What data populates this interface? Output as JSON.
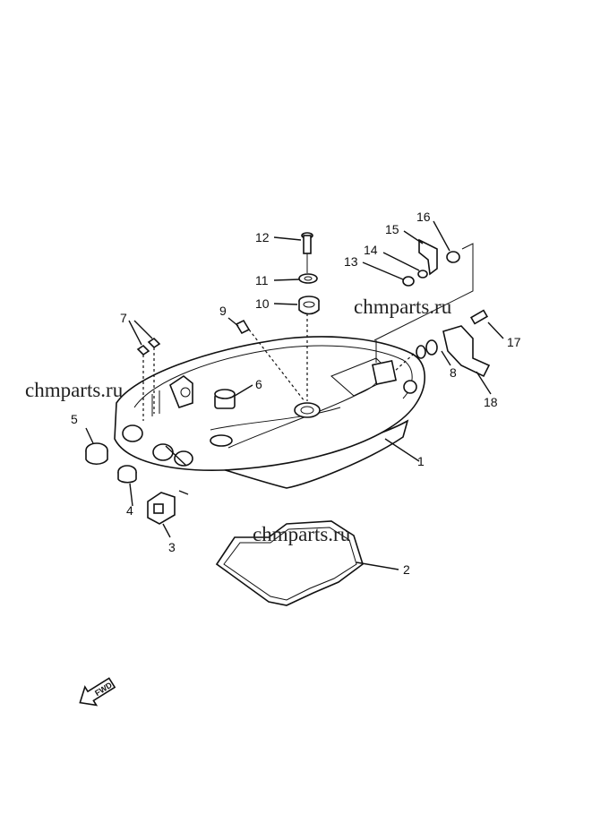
{
  "watermark": {
    "text1": "chmparts.ru",
    "text2": "chmparts.ru",
    "text3": "chmparts.ru"
  },
  "callouts": [
    "1",
    "2",
    "3",
    "4",
    "5",
    "6",
    "7",
    "8",
    "9",
    "10",
    "11",
    "12",
    "13",
    "14",
    "15",
    "16",
    "17",
    "18"
  ],
  "direction_arrow": {
    "label": "FWD"
  }
}
